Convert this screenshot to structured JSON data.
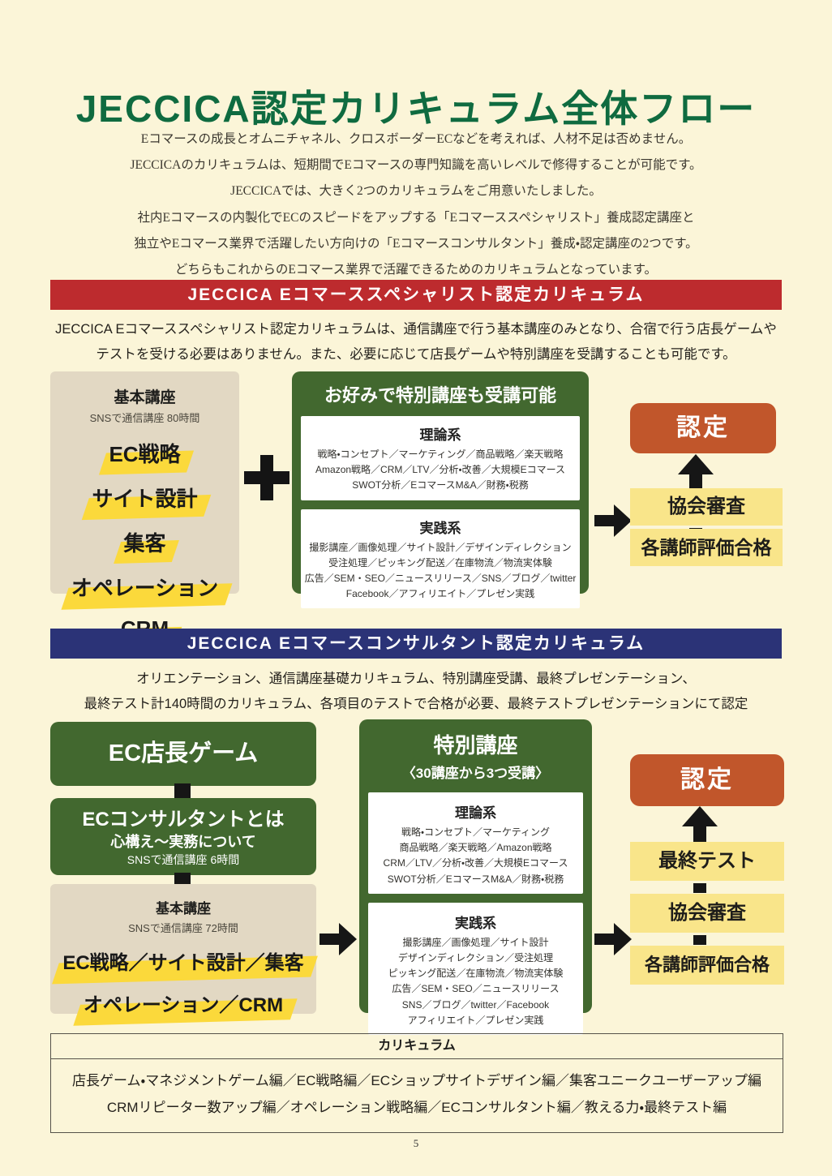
{
  "page": {
    "number": "5"
  },
  "colors": {
    "background": "#fbf5d8",
    "title_green": "#0f6b40",
    "banner_red": "#bd2b2e",
    "banner_blue": "#2b3377",
    "box_green": "#42682f",
    "box_orange": "#c1562b",
    "box_yellow": "#f9e58a",
    "marker_yellow": "#fbd93b",
    "box_beige": "#e2d8c3"
  },
  "icons": {
    "plus": "＋",
    "arrow_right": "→",
    "arrow_up": "↑"
  },
  "header": {
    "title_latin": "JECCICA",
    "title_jp": "認定カリキュラム全体フロー",
    "intro_lines": [
      "Eコマースの成長とオムニチャネル、クロスボーダーECなどを考えれば、人材不足は否めません。",
      "JECCICAのカリキュラムは、短期間でEコマースの専門知識を高いレベルで修得することが可能です。",
      "JECCICAでは、大きく2つのカリキュラムをご用意いたしました。",
      "社内Eコマースの内製化でECのスピードをアップする「Eコマーススペシャリスト」養成認定講座と",
      "独立やEコマース業界で活躍したい方向けの「Eコマースコンサルタント」養成・認定講座の2つです。",
      "どちらもこれからのEコマース業界で活躍できるためのカリキュラムとなっています。"
    ]
  },
  "specialist": {
    "banner": "JECCICA Eコマーススペシャリスト認定カリキュラム",
    "description_lines": [
      "JECCICA Eコマーススペシャリスト認定カリキュラムは、通信講座で行う基本講座のみとなり、合宿で行う店長ゲームや",
      "テストを受ける必要はありません。また、必要に応じて店長ゲームや特別講座を受講することも可能です。"
    ],
    "basic_course": {
      "title": "基本講座",
      "subtitle": "SNSで通信講座 80時間",
      "items": [
        "EC戦略",
        "サイト設計",
        "集客",
        "オペレーション",
        "CRM"
      ]
    },
    "special_course": {
      "title": "お好みで特別講座も受講可能",
      "theory": {
        "title": "理論系",
        "lines": [
          "戦略・コンセプト／マーケティング／商品戦略／楽天戦略",
          "Amazon戦略／CRM／LTV／分析・改善／大規模Eコマース",
          "SWOT分析／EコマースM&A／財務・税務"
        ]
      },
      "practice": {
        "title": "実践系",
        "lines": [
          "撮影講座／画像処理／サイト設計／デザインディレクション",
          "受注処理／ピッキング配送／在庫物流／物流実体験",
          "広告／SEM・SEO／ニュースリリース／SNS／ブログ／twitter",
          "Facebook／アフィリエイト／プレゼン実践"
        ]
      }
    },
    "result": {
      "label": "認定",
      "steps": [
        "協会審査",
        "各講師評価合格"
      ]
    }
  },
  "consultant": {
    "banner": "JECCICA Eコマースコンサルタント認定カリキュラム",
    "description_lines": [
      "オリエンテーション、通信講座基礎カリキュラム、特別講座受講、最終プレゼンテーション、",
      "最終テスト計140時間のカリキュラム、各項目のテストで合格が必要、最終テストプレゼンテーションにて認定"
    ],
    "game_box": "EC店長ゲーム",
    "intro_box": {
      "title": "ECコンサルタントとは",
      "subtitle": "心構え〜実務について",
      "note": "SNSで通信講座 6時間"
    },
    "basic_course": {
      "title": "基本講座",
      "subtitle": "SNSで通信講座 72時間",
      "items": [
        "EC戦略／サイト設計／集客",
        "オペレーション／CRM"
      ]
    },
    "special_course": {
      "title": "特別講座",
      "subtitle": "〈30講座から3つ受講〉",
      "theory": {
        "title": "理論系",
        "lines": [
          "戦略・コンセプト／マーケティング",
          "商品戦略／楽天戦略／Amazon戦略",
          "CRM／LTV／分析・改善／大規模Eコマース",
          "SWOT分析／EコマースM&A／財務・税務"
        ]
      },
      "practice": {
        "title": "実践系",
        "lines": [
          "撮影講座／画像処理／サイト設計",
          "デザインディレクション／受注処理",
          "ピッキング配送／在庫物流／物流実体験",
          "広告／SEM・SEO／ニュースリリース",
          "SNS／ブログ／twitter／Facebook",
          "アフィリエイト／プレゼン実践"
        ]
      }
    },
    "result": {
      "label": "認定",
      "steps": [
        "最終テスト",
        "協会審査",
        "各講師評価合格"
      ]
    }
  },
  "curriculum": {
    "title": "カリキュラム",
    "lines": [
      "店長ゲーム・マネジメントゲーム編／EC戦略編／ECショップサイトデザイン編／集客ユニークユーザーアップ編",
      "CRMリピーター数アップ編／オペレーション戦略編／ECコンサルタント編／教える力・最終テスト編"
    ]
  }
}
